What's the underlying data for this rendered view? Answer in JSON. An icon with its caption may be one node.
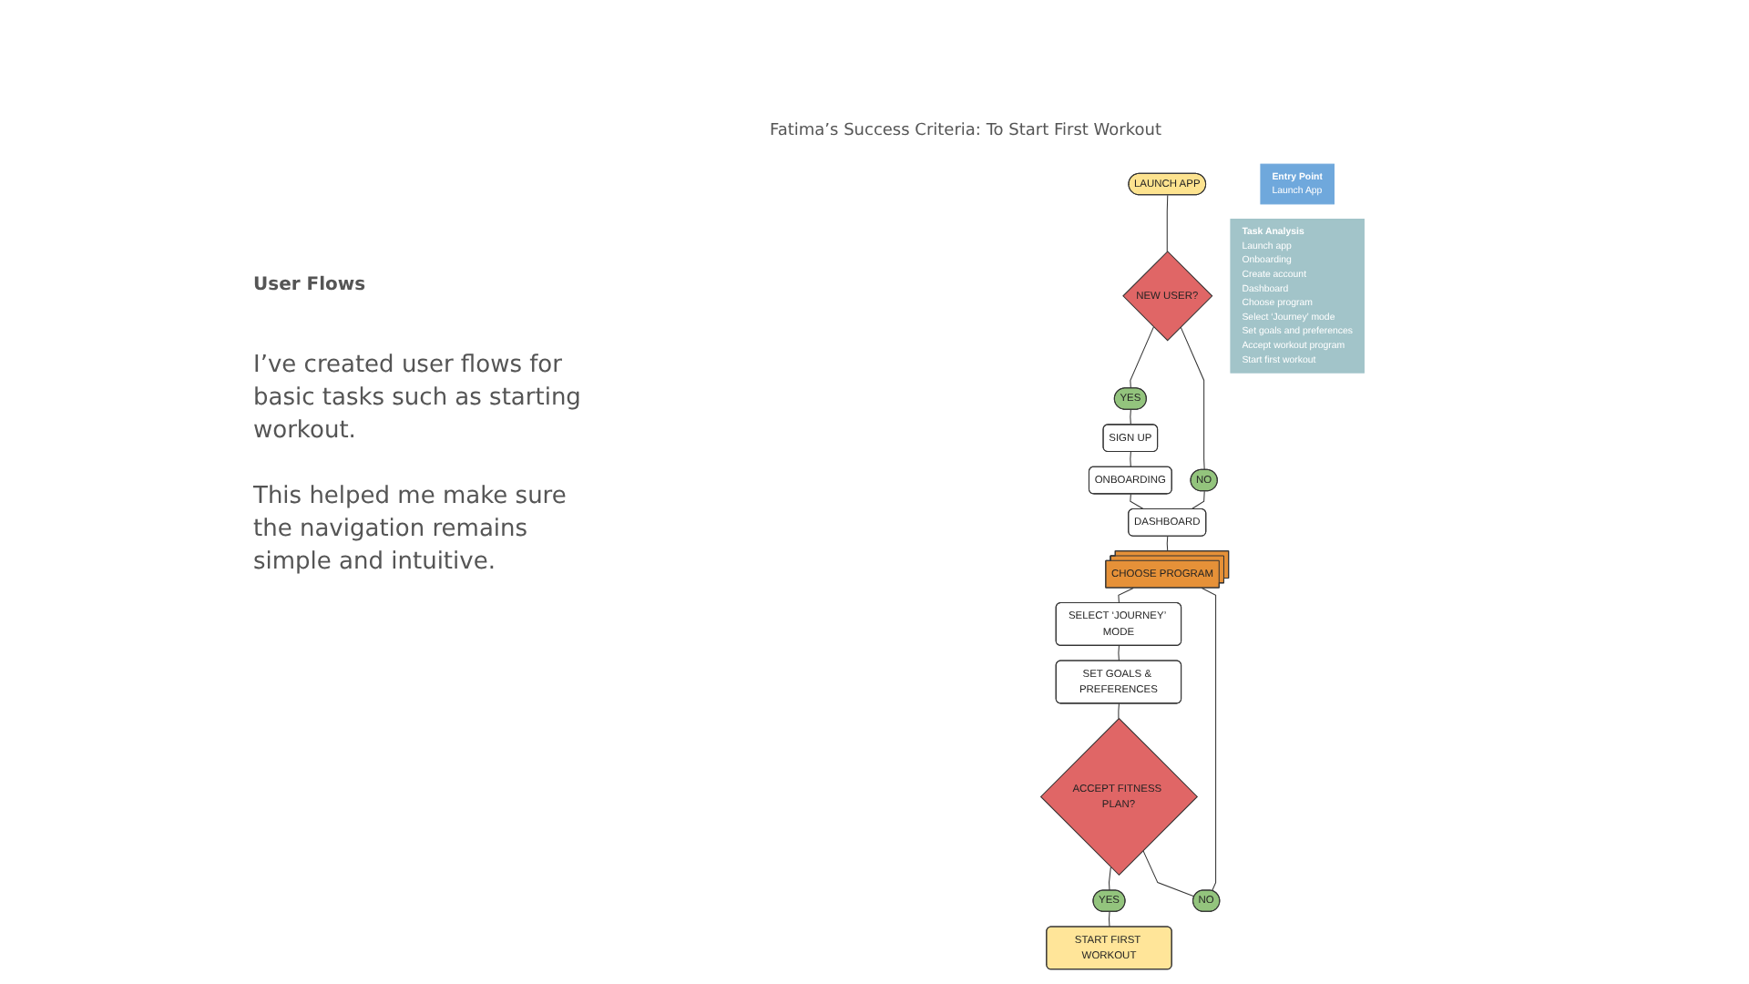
{
  "diagram": {
    "title": "Fatima’s Success Criteria: To Start First Workout",
    "nodes": [
      {
        "text": [
          "LAUNCH APP"
        ]
      },
      {
        "text": [
          "NEW USER?"
        ]
      },
      {
        "text": [
          "YES"
        ]
      },
      {
        "text": [
          "NO"
        ]
      },
      {
        "text": [
          "SIGN UP"
        ]
      },
      {
        "text": [
          "ONBOARDING"
        ]
      },
      {
        "text": [
          "DASHBOARD"
        ]
      },
      {
        "text": [
          "CHOOSE PROGRAM"
        ]
      },
      {
        "text": [
          "SELECT ‘JOURNEY’ MODE"
        ]
      },
      {
        "text": [
          "SET GOALS & PREFERENCES"
        ]
      },
      {
        "text": [
          "ACCEPT FITNESS PLAN?"
        ]
      },
      {
        "text": [
          "YES"
        ]
      },
      {
        "text": [
          "NO"
        ]
      },
      {
        "text": [
          "START FIRST WORKOUT"
        ]
      },
      {
        "text": [
          "Entry Point",
          "Launch App"
        ]
      },
      {
        "text": [
          "Task Analysis",
          "Launch app",
          "Onboarding",
          "Create account",
          "Dashboard",
          "Choose program",
          "Select ‘Journey’ mode",
          "Set goals and preferences",
          "Accept workout program",
          "Start first workout"
        ]
      }
    ],
    "edges": [
      {
        "from": 0,
        "to": 1,
        "arrow": "none"
      },
      {
        "from": 1,
        "to": 2,
        "arrow": "none"
      },
      {
        "from": 1,
        "to": 3,
        "arrow": "none"
      },
      {
        "from": 2,
        "to": 4,
        "arrow": "none"
      },
      {
        "from": 4,
        "to": 5,
        "arrow": "none"
      },
      {
        "from": 5,
        "to": 6,
        "arrow": "none"
      },
      {
        "from": 3,
        "to": 6,
        "arrow": "none"
      },
      {
        "from": 6,
        "to": 7,
        "arrow": "none"
      },
      {
        "from": 7,
        "to": 8,
        "arrow": "none"
      },
      {
        "from": 8,
        "to": 9,
        "arrow": "none"
      },
      {
        "from": 9,
        "to": 10,
        "arrow": "none"
      },
      {
        "from": 10,
        "to": 11,
        "arrow": "none"
      },
      {
        "from": 10,
        "to": 12,
        "arrow": "none"
      },
      {
        "from": 11,
        "to": 13,
        "arrow": "none"
      },
      {
        "from": 12,
        "to": 7,
        "arrow": "none"
      }
    ],
    "labels": [
      "User Flows",
      "I’ve created user flows for basic tasks such as starting workout.",
      "This helped me make sure the navigation remains simple and intuitive."
    ]
  }
}
